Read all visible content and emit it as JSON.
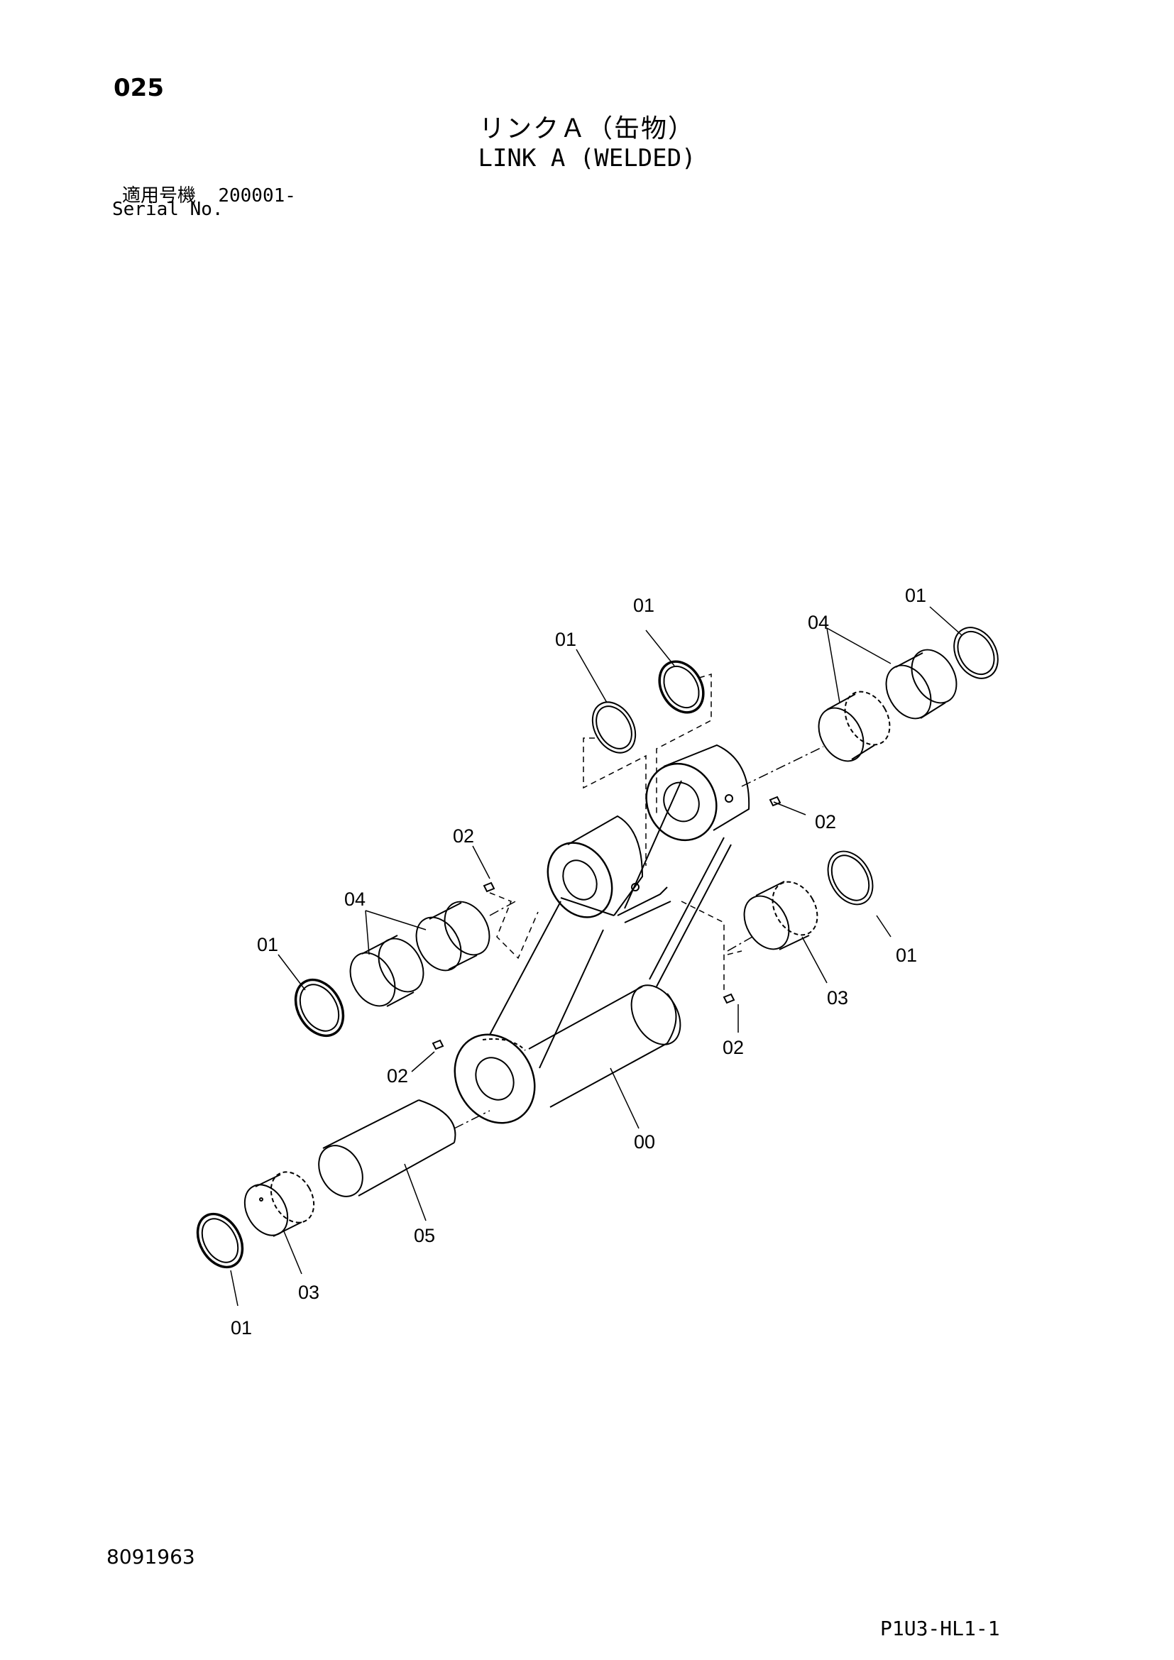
{
  "header": {
    "page_number": "025",
    "title_jp": "リンクＡ（缶物）",
    "title_en": "LINK A (WELDED)",
    "serial_label_jp": "適用号機",
    "serial_value": "200001-",
    "serial_label_en": "Serial No."
  },
  "callouts": {
    "top_01_a": "01",
    "top_01_b": "01",
    "top_01_right": "01",
    "top_04": "04",
    "right_02": "02",
    "left_02": "02",
    "left_04": "04",
    "left_01": "01",
    "right_01": "01",
    "right_03": "03",
    "lower_02_right": "02",
    "lower_02_left": "02",
    "part_00": "00",
    "part_05": "05",
    "bottom_03": "03",
    "bottom_01": "01"
  },
  "footer": {
    "doc_number": "8091963",
    "page_code": "P1U3-HL1-1"
  }
}
